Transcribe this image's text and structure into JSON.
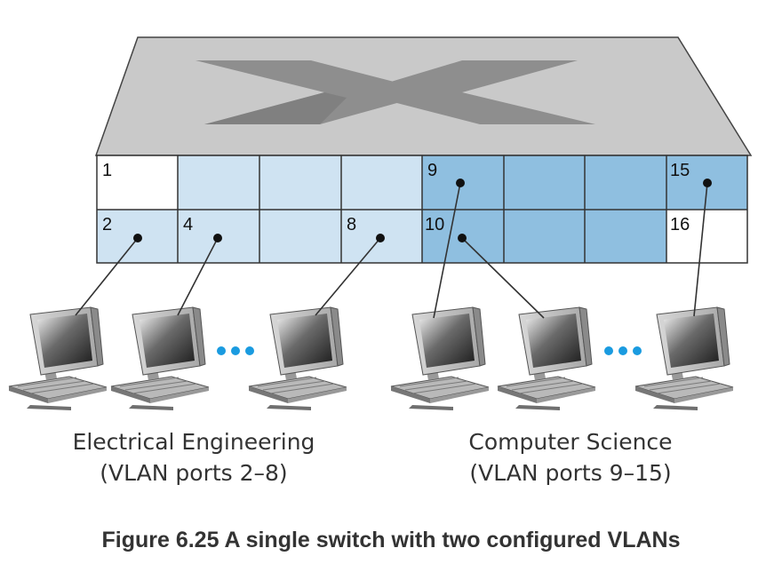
{
  "caption": "Figure 6.25 A single switch with two configured VLANs",
  "groups": {
    "ee": {
      "line1": "Electrical Engineering",
      "line2": "(VLAN ports 2–8)"
    },
    "cs": {
      "line1": "Computer Science",
      "line2": "(VLAN ports 9–15)"
    }
  },
  "ports": {
    "p1": "1",
    "p2": "2",
    "p4": "4",
    "p8": "8",
    "p9": "9",
    "p10": "10",
    "p15": "15",
    "p16": "16"
  },
  "colors": {
    "ee_vlan": "#cfe3f2",
    "cs_vlan": "#8fbfe0",
    "unassigned": "#ffffff",
    "switch_top": "#c6c6c6",
    "switch_x": "#8e8e8e",
    "ellipsis": "#1a9be0"
  },
  "icons": {
    "switch": "switch-fabric-icon",
    "computer": "desktop-computer-icon",
    "ellipsis": "ellipsis-dots-icon"
  }
}
